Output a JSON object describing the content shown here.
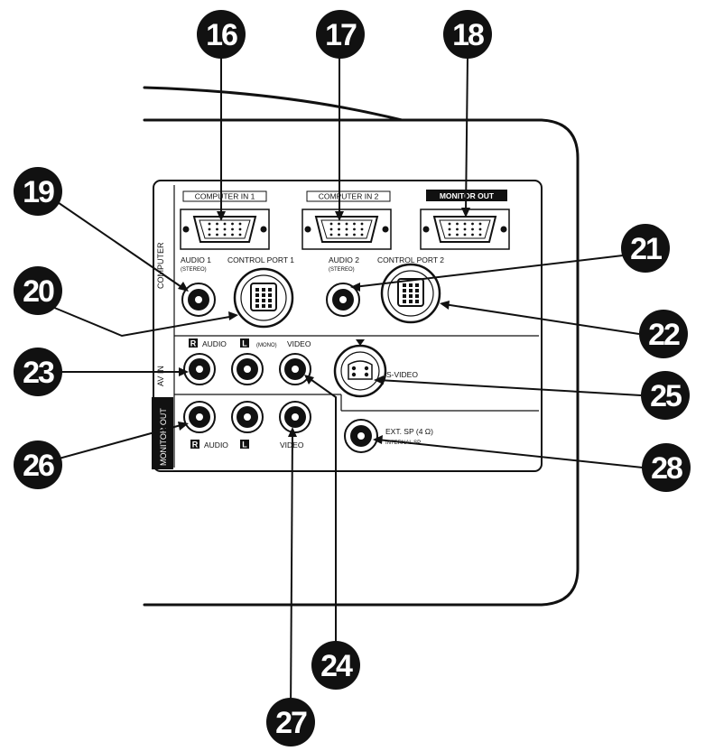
{
  "callouts": [
    "16",
    "17",
    "18",
    "19",
    "20",
    "21",
    "22",
    "23",
    "24",
    "25",
    "26",
    "27",
    "28"
  ],
  "labels": {
    "computer_in_1": "COMPUTER IN 1",
    "computer_in_2": "COMPUTER IN 2",
    "monitor_out": "MONITOR OUT",
    "audio_1": "AUDIO 1",
    "audio_1_stereo": "(STEREO)",
    "control_port_1": "CONTROL PORT 1",
    "audio_2": "AUDIO 2",
    "audio_2_stereo": "(STEREO)",
    "control_port_2": "CONTROL PORT 2",
    "computer_section": "COMPUTER",
    "av_in_section": "AV IN",
    "monitor_out_section": "MONITOR OUT",
    "r_badge": "R",
    "l_badge": "L",
    "audio": "AUDIO",
    "mono": "(MONO)",
    "video": "VIDEO",
    "s_video": "S-VIDEO",
    "ext_sp": "EXT. SP (4 Ω)",
    "internal_sp": "INTERNAL SP",
    "r_badge_out": "R",
    "audio_out": "AUDIO",
    "l_badge_out": "L",
    "video_out": "VIDEO"
  }
}
